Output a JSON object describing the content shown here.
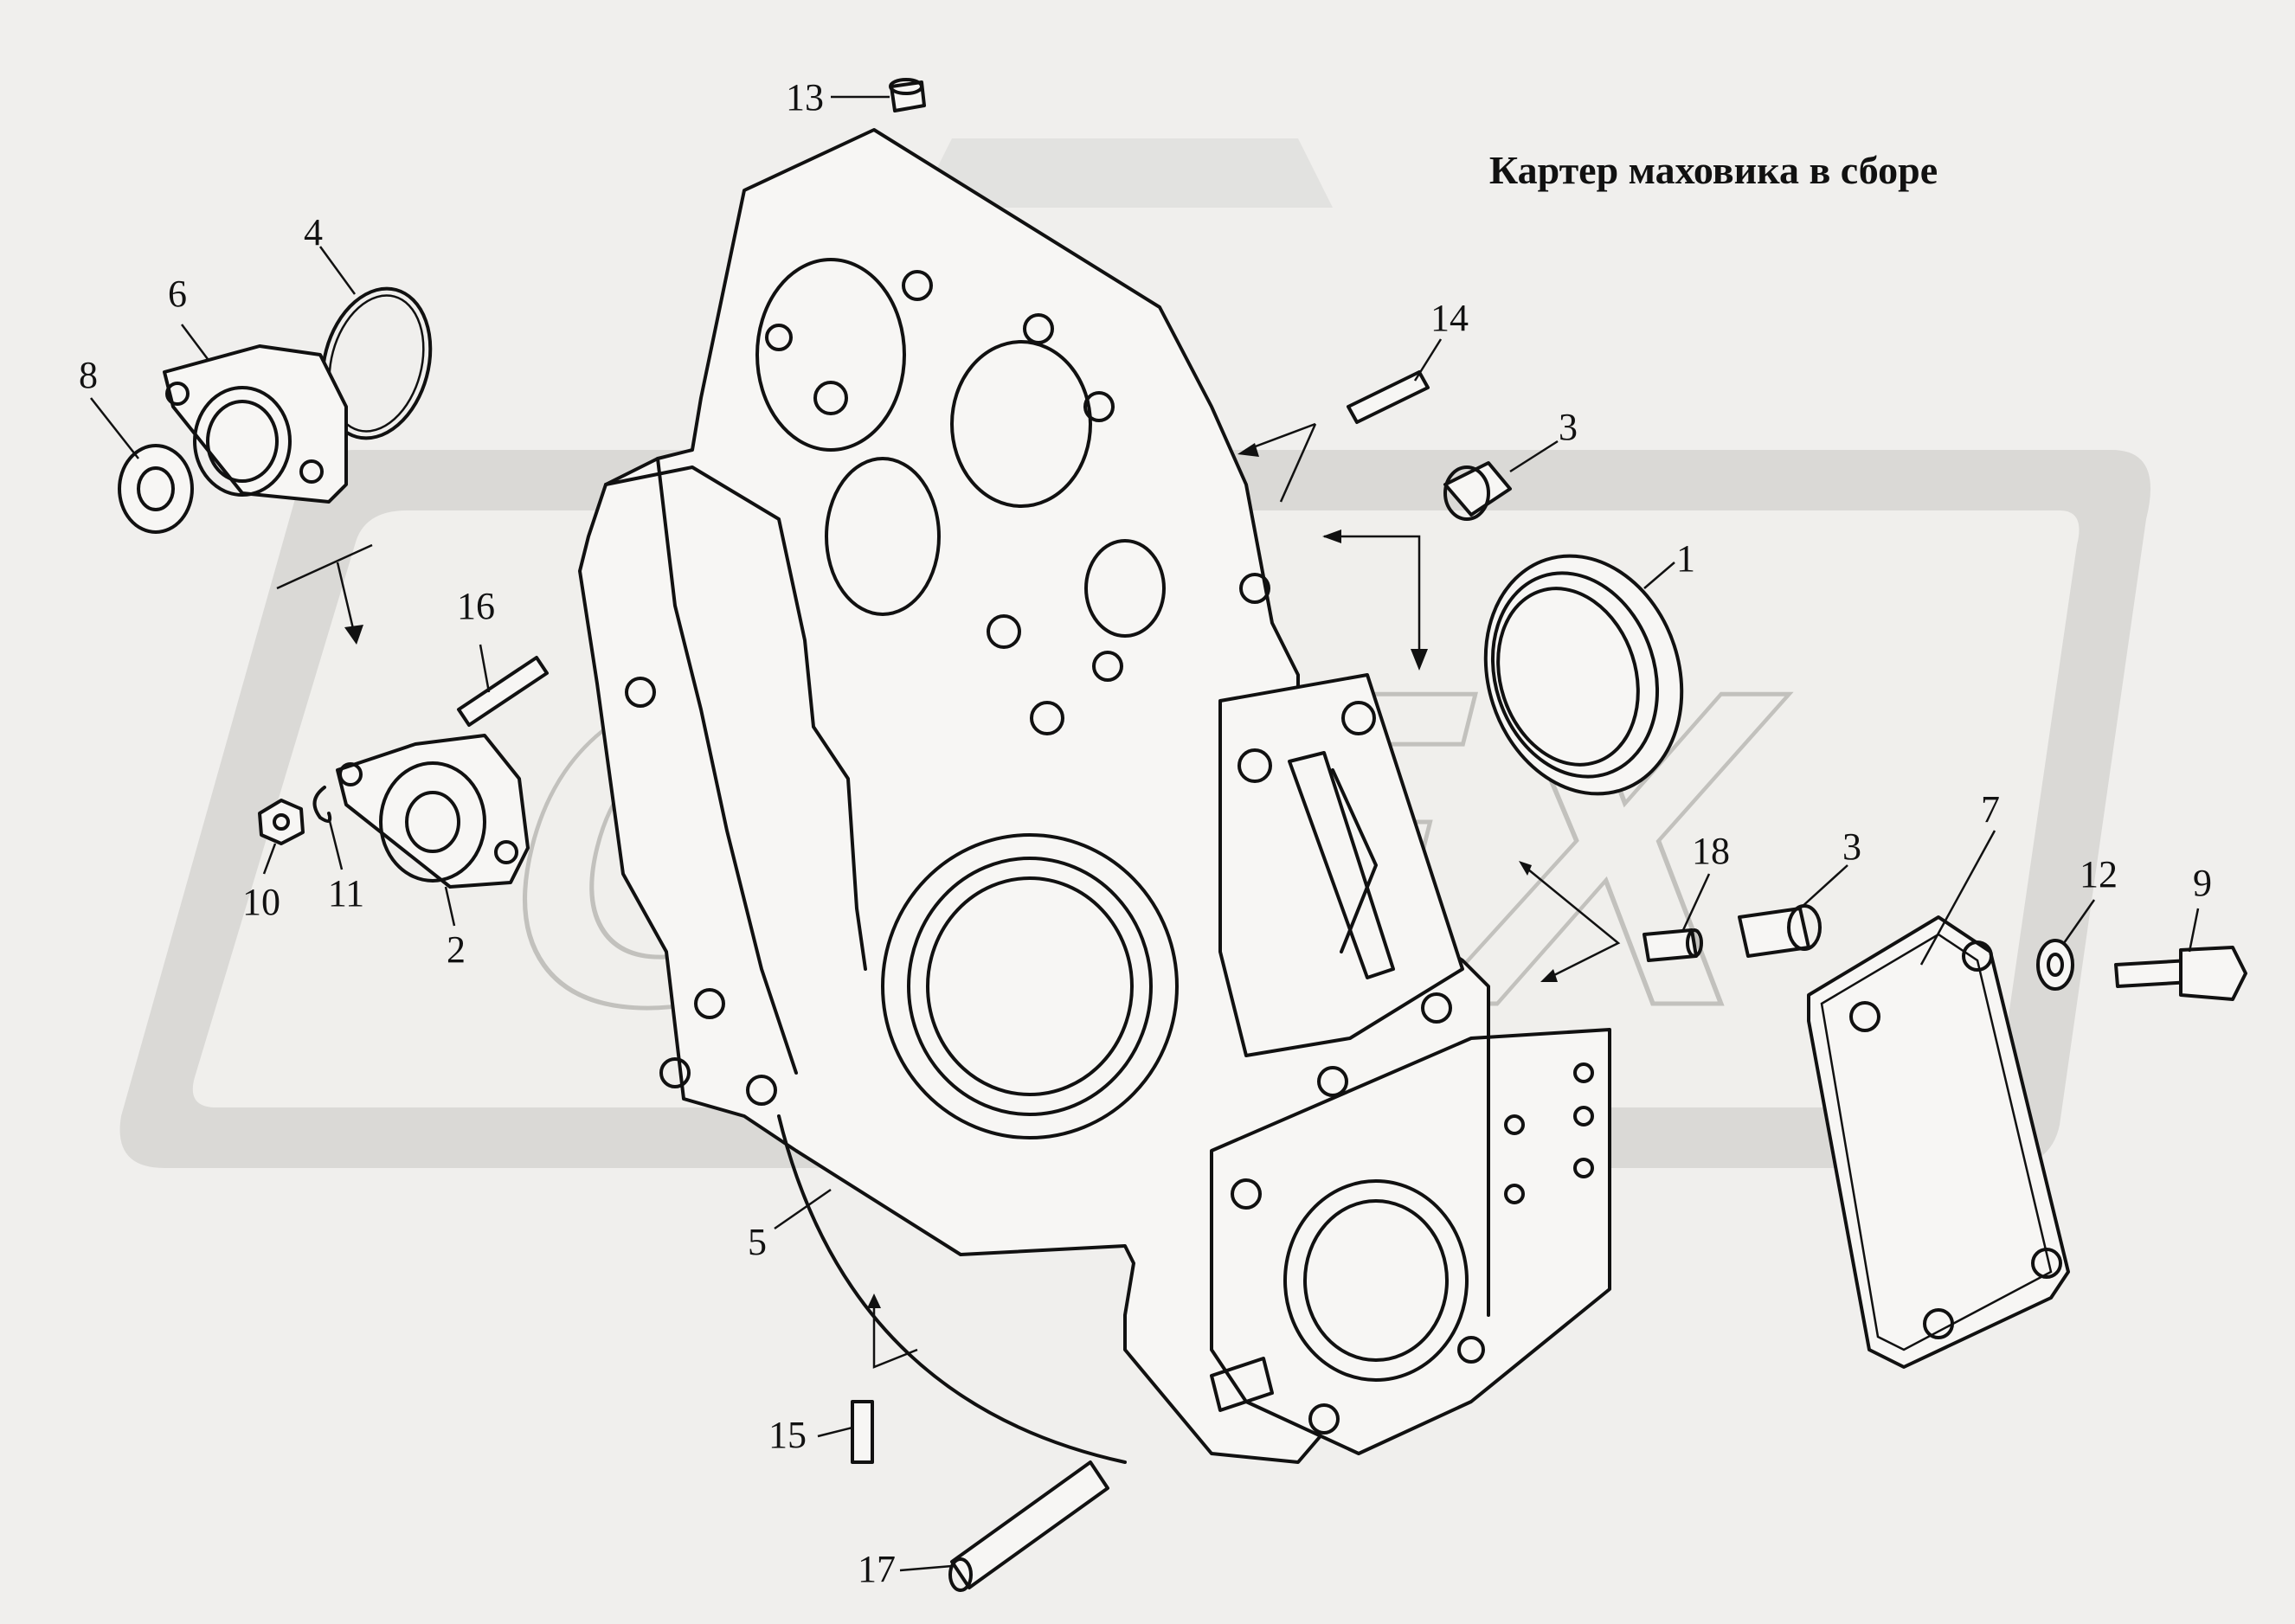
{
  "title": "Картер маховика в сборе",
  "callouts": [
    {
      "id": "c13",
      "text": "13"
    },
    {
      "id": "c4",
      "text": "4"
    },
    {
      "id": "c6",
      "text": "6"
    },
    {
      "id": "c8",
      "text": "8"
    },
    {
      "id": "c14",
      "text": "14"
    },
    {
      "id": "c3a",
      "text": "3"
    },
    {
      "id": "c1",
      "text": "1"
    },
    {
      "id": "c16",
      "text": "16"
    },
    {
      "id": "c10",
      "text": "10"
    },
    {
      "id": "c11",
      "text": "11"
    },
    {
      "id": "c2",
      "text": "2"
    },
    {
      "id": "c18",
      "text": "18"
    },
    {
      "id": "c3b",
      "text": "3"
    },
    {
      "id": "c7",
      "text": "7"
    },
    {
      "id": "c12",
      "text": "12"
    },
    {
      "id": "c9",
      "text": "9"
    },
    {
      "id": "c5",
      "text": "5"
    },
    {
      "id": "c15",
      "text": "15"
    },
    {
      "id": "c17",
      "text": "17"
    }
  ],
  "watermark": {
    "text": "OPEX"
  }
}
